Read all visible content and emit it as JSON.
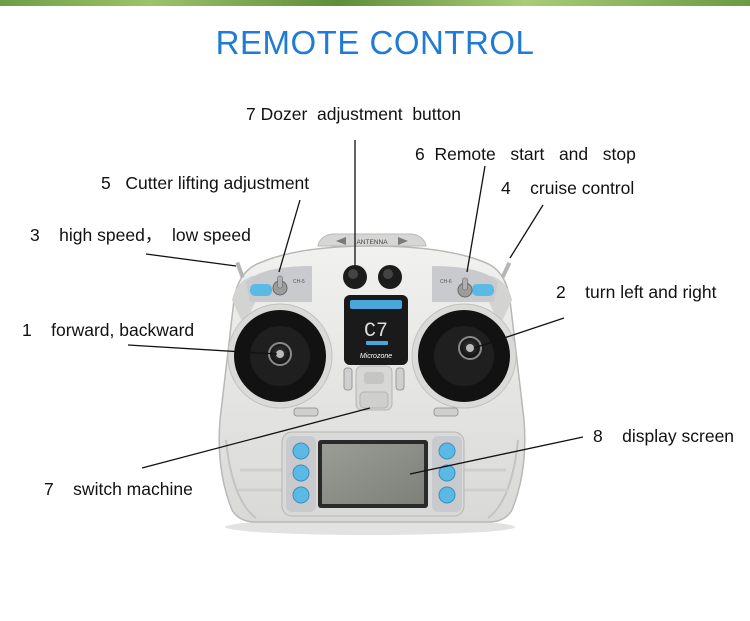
{
  "title": "REMOTE CONTROL",
  "labels": {
    "dozer": "7 Dozer  adjustment  button",
    "remote_start_stop": "6  Remote   start   and   stop",
    "cutter_lifting": "5   Cutter lifting adjustment",
    "cruise": "4    cruise control",
    "speed": "3    high speed，  low speed",
    "turn": "2    turn left and right",
    "forward": "1    forward, backward",
    "display": "8    display screen",
    "switch": "7    switch machine"
  },
  "device": {
    "antenna": "ANTENNA",
    "model": "C7",
    "brand": "Microzone"
  },
  "colors": {
    "title": "#1f7bd3",
    "body": "#e7e8e6",
    "accent": "#5bb9e6",
    "lcd": "#8c8f88"
  }
}
